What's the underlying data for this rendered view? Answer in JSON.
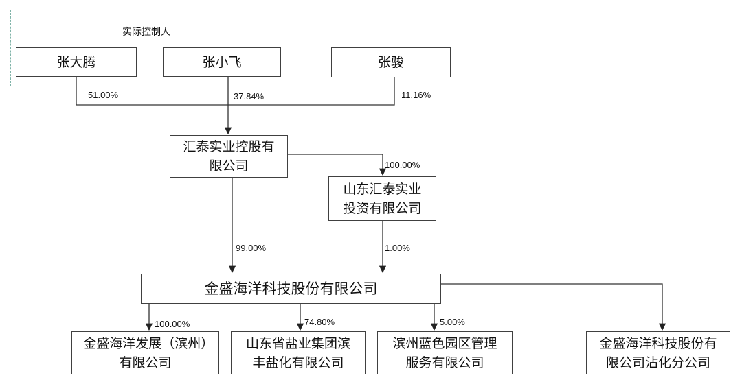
{
  "group": {
    "label": "实际控制人"
  },
  "nodes": {
    "zdt": "张大腾",
    "zxf": "张小飞",
    "zj": "张骏",
    "huitai": "汇泰实业控股有限公司",
    "sdht": "山东汇泰实业投资有限公司",
    "jsh": "金盛海洋科技股份有限公司",
    "c1": "金盛海洋发展（滨州）有限公司",
    "c2": "山东省盐业集团滨丰盐化有限公司",
    "c3": "滨州蓝色园区管理服务有限公司",
    "c4": "金盛海洋科技股份有限公司沾化分公司"
  },
  "edges": {
    "zdt_huitai": "51.00%",
    "zxf_huitai": "37.84%",
    "zj_huitai": "11.16%",
    "huitai_sdht": "100.00%",
    "huitai_jsh": "99.00%",
    "sdht_jsh": "1.00%",
    "jsh_c1": "100.00%",
    "jsh_c2": "74.80%",
    "jsh_c3": "5.00%"
  }
}
